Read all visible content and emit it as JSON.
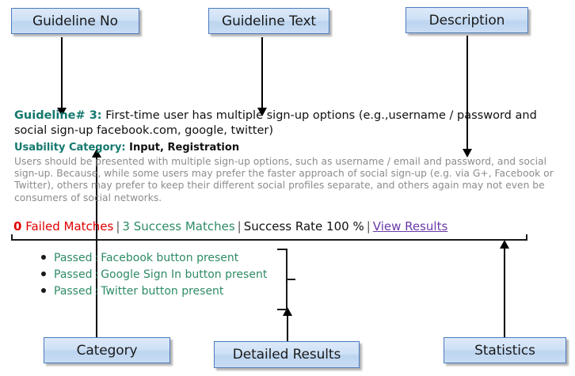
{
  "callouts": {
    "guideline_no": "Guideline No",
    "guideline_text": "Guideline Text",
    "description": "Description",
    "category": "Category",
    "detailed_results": "Detailed Results",
    "statistics": "Statistics"
  },
  "guideline": {
    "label": "Guideline# 3:",
    "text": "First-time user has multiple sign-up options (e.g.,username / password and social sign-up facebook.com, google, twitter)",
    "category_label": "Usability Category:",
    "category_value": "Input, Registration",
    "description": "Users should be presented with multiple sign-up options, such as username / email and password, and social sign-up. Because, while some users may prefer the faster approach of social sign-up (e.g. via G+, Facebook or Twitter), others may prefer to keep their different social profiles separate, and others again may not even be consumers of social networks."
  },
  "statistics": {
    "failed_count": "0",
    "failed_label": " Failed Matches",
    "success_text": "3 Success Matches",
    "success_rate_text": "Success Rate 100 %",
    "view_results_link": "View Results",
    "separator": "|"
  },
  "detailed_results": [
    {
      "status": "Passed",
      "separator": ":",
      "message": "Facebook button present"
    },
    {
      "status": "Passed",
      "separator": ":",
      "message": "Google Sign In button present"
    },
    {
      "status": "Passed",
      "separator": ":",
      "message": "Twitter button present"
    }
  ],
  "colors": {
    "teal": "#13786e",
    "failed_red": "#e00000",
    "success_green": "#2e8b64",
    "link_purple": "#6a3aa8",
    "description_gray": "#8c8c8c",
    "callout_border": "#4b7bbd",
    "callout_fill": "#cfe1f6"
  }
}
